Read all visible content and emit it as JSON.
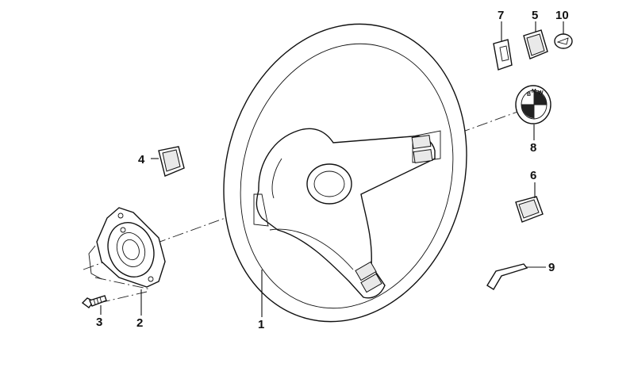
{
  "diagram": {
    "callouts": [
      {
        "id": "1",
        "part": "steering-wheel"
      },
      {
        "id": "2",
        "part": "hub-adapter"
      },
      {
        "id": "3",
        "part": "bolt"
      },
      {
        "id": "4",
        "part": "switch-left"
      },
      {
        "id": "5",
        "part": "horn-button-block"
      },
      {
        "id": "6",
        "part": "switch-lower"
      },
      {
        "id": "7",
        "part": "contact-clip"
      },
      {
        "id": "8",
        "part": "center-badge"
      },
      {
        "id": "9",
        "part": "trim-strip"
      },
      {
        "id": "10",
        "part": "small-emblem"
      }
    ],
    "badge_letters": [
      "B",
      "M",
      "W"
    ]
  }
}
